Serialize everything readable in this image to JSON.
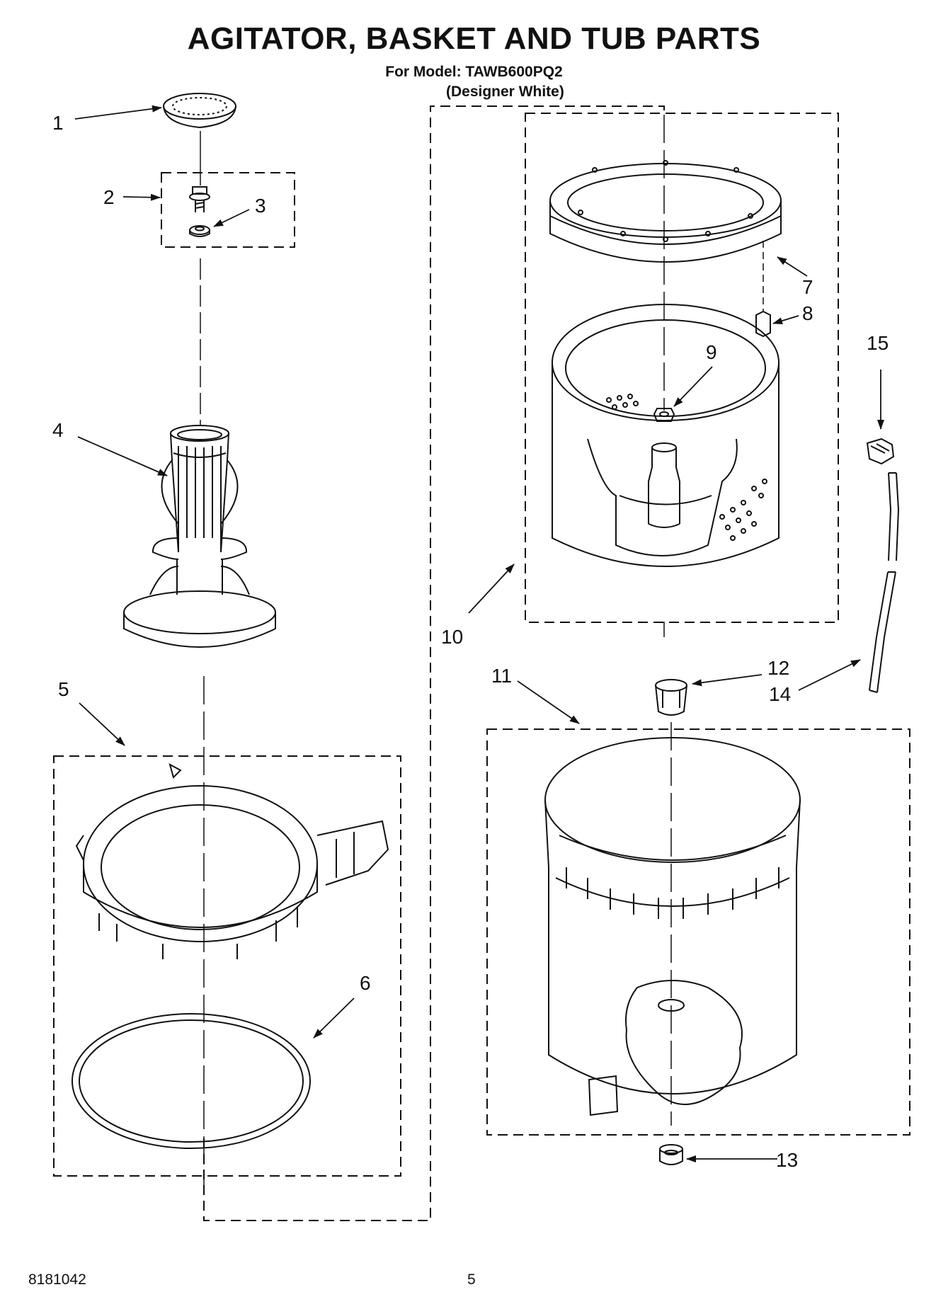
{
  "header": {
    "title": "AGITATOR, BASKET AND TUB PARTS",
    "model_line": "For Model: TAWB600PQ2",
    "color_line": "(Designer White)"
  },
  "callouts": [
    "1",
    "2",
    "3",
    "4",
    "5",
    "6",
    "7",
    "8",
    "9",
    "10",
    "11",
    "12",
    "13",
    "14",
    "15"
  ],
  "footer": {
    "doc_number": "8181042",
    "page_number": "5"
  }
}
